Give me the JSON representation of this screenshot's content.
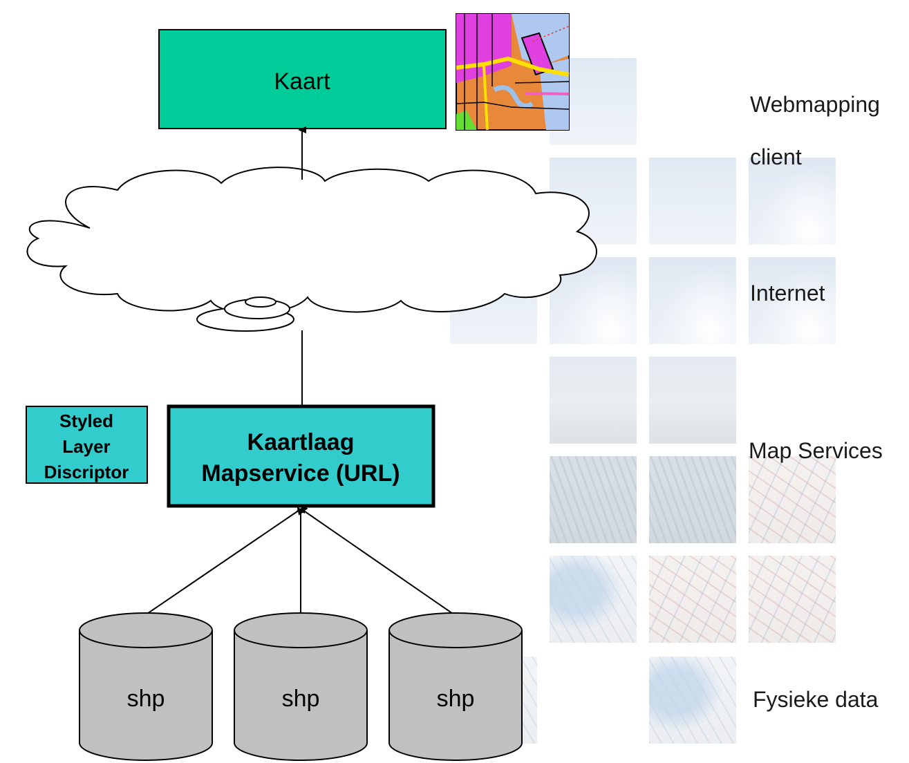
{
  "nodes": {
    "kaart": "Kaart",
    "mapservice_line1": "Kaartlaag",
    "mapservice_line2": "Mapservice (URL)",
    "sld_line1": "Styled",
    "sld_line2": "Layer",
    "sld_line3": "Discriptor",
    "db1": "shp",
    "db2": "shp",
    "db3": "shp"
  },
  "layers": {
    "client_line1": "Webmapping",
    "client_line2": "client",
    "internet": "Internet",
    "map_services": "Map Services",
    "physical_data": "Fysieke data"
  },
  "colors": {
    "kaart_fill": "#00cc99",
    "service_fill": "#33cccc",
    "db_fill": "#c0c0c0",
    "stroke": "#000000"
  }
}
